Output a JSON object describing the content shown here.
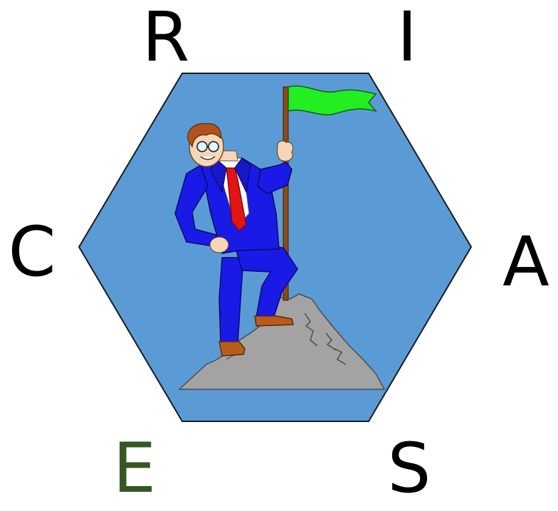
{
  "letters": {
    "r": "R",
    "i": "I",
    "a": "A",
    "s": "S",
    "e": "E",
    "c": "C"
  },
  "colors": {
    "hexagon_fill": "#5b9bd5",
    "hexagon_stroke": "#1a1a1a",
    "letter_default": "#000000",
    "letter_e": "#375623",
    "suit": "#1a1ae6",
    "tie": "#e21414",
    "flag": "#22ee22",
    "mountain": "#a3a3a3",
    "shoes": "#b85c1c",
    "skin": "#f5d6b8",
    "hair": "#b0541c",
    "pole": "#8a4a1c"
  },
  "icons": {
    "illustration": "businessman-on-summit-with-flag"
  }
}
